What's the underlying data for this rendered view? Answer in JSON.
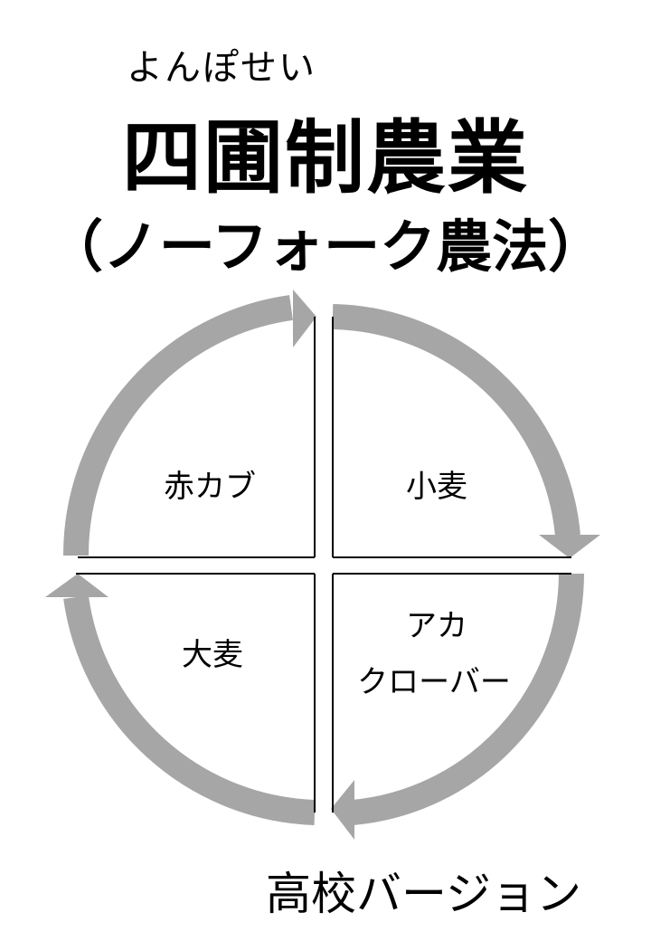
{
  "header": {
    "ruby": "よんぽせい",
    "title": "四圃制農業",
    "subtitle": "（ノーフォーク農法）"
  },
  "cycle": {
    "top_left": "赤カブ",
    "top_right": "小麦",
    "bottom_left": "大麦",
    "bottom_right_line1": "アカ",
    "bottom_right_line2": "クローバー"
  },
  "footer": "高校バージョン",
  "colors": {
    "arrow": "#a6a6a6",
    "lines": "#000000",
    "text": "#000000"
  }
}
